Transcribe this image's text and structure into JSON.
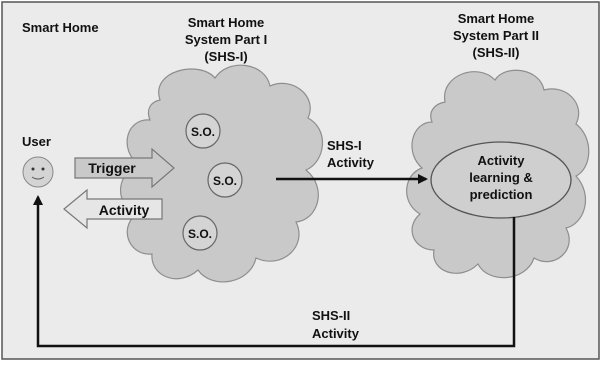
{
  "labels": {
    "smart_home": "Smart Home",
    "shs1_title": [
      "Smart Home",
      "System Part I",
      "(SHS-I)"
    ],
    "shs2_title": [
      "Smart Home",
      "System Part II",
      "(SHS-II)"
    ],
    "user": "User",
    "trigger": "Trigger",
    "activity_left": "Activity",
    "so_objects": [
      "S.O.",
      "S.O.",
      "S.O."
    ],
    "shs1_activity": [
      "SHS-I",
      "Activity"
    ],
    "ellipse": [
      "Activity",
      "learning &",
      "prediction"
    ],
    "shs2_activity": [
      "SHS-II",
      "Activity"
    ]
  },
  "colors": {
    "background": "#ebebeb",
    "cloud": "#c9c9c9",
    "cloud_stroke": "#8e8e8e",
    "ellipse_fill": "#cfcfcf",
    "arrow": "#111111",
    "face": "#d4d4d4"
  }
}
